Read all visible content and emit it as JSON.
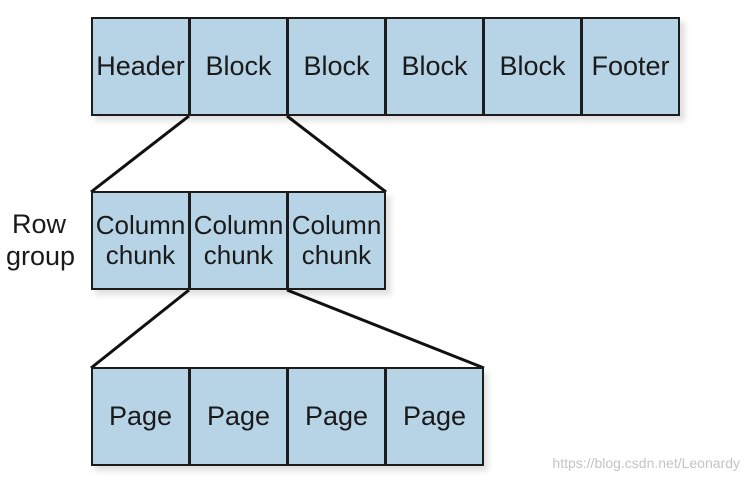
{
  "file_row": {
    "header": "Header",
    "blocks": [
      "Block",
      "Block",
      "Block",
      "Block"
    ],
    "footer": "Footer"
  },
  "row_group": {
    "label": "Row\ngroup",
    "chunks": [
      "Column\nchunk",
      "Column\nchunk",
      "Column\nchunk"
    ]
  },
  "pages": [
    "Page",
    "Page",
    "Page",
    "Page"
  ],
  "watermark": "https://blog.csdn.net/Leonardy",
  "colors": {
    "box_fill": "#b7d4e6",
    "border": "#1c1c1c"
  }
}
